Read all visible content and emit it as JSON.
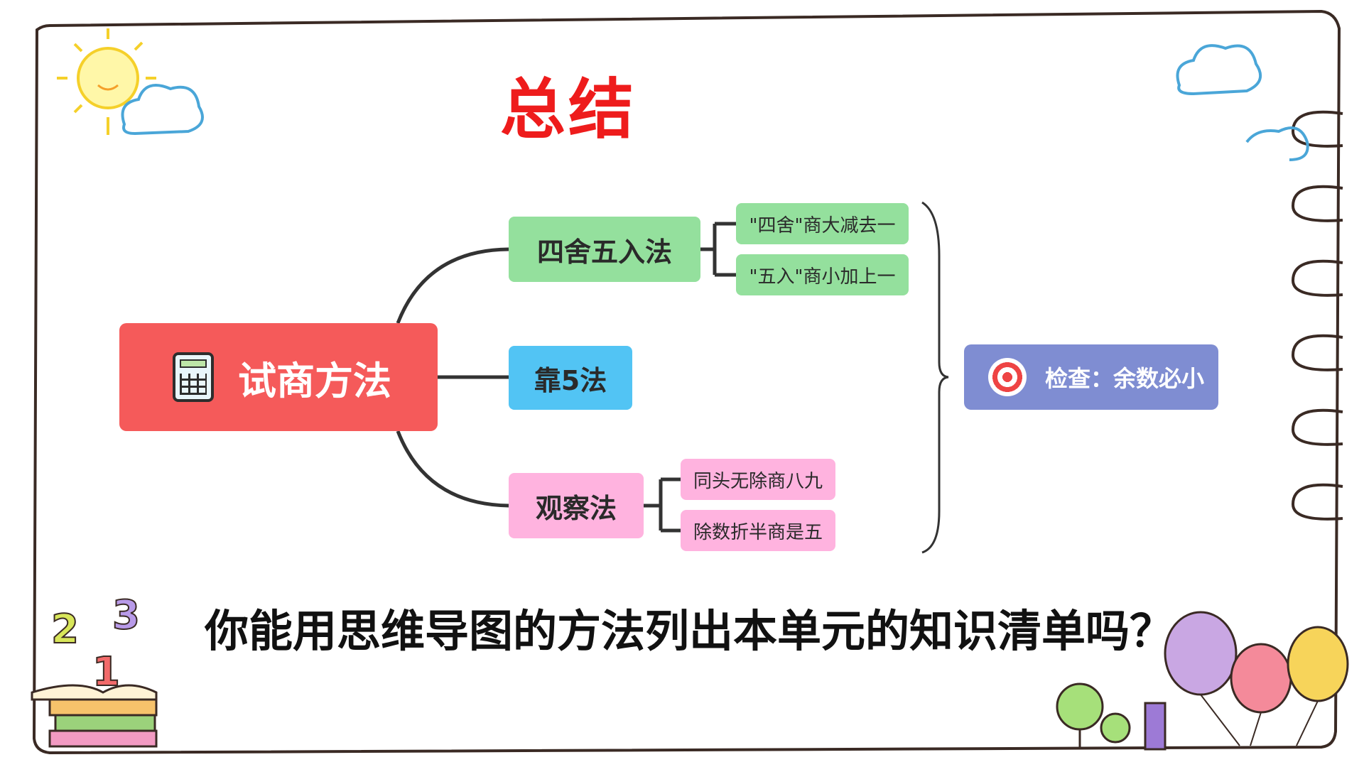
{
  "title": "总结",
  "mindmap": {
    "root": {
      "label": "试商方法",
      "icon": "calculator-icon"
    },
    "branches": [
      {
        "label": "四舍五入法",
        "color": "#94e09d",
        "leaves": [
          "\"四舍\"商大减去一",
          "\"五入\"商小加上一"
        ]
      },
      {
        "label": "靠5法",
        "color": "#52c4f4",
        "leaves": []
      },
      {
        "label": "观察法",
        "color": "#ffb3df",
        "leaves": [
          "同头无除商八九",
          "除数折半商是五"
        ]
      }
    ],
    "summary": {
      "label": "检查：余数必小",
      "icon": "target-icon",
      "color": "#7f8dd2"
    }
  },
  "question": "你能用思维导图的方法列出本单元的知识清单吗？",
  "colors": {
    "title": "#ee1c1c",
    "root": "#f55a5a"
  },
  "decorations": [
    "sun-icon",
    "cloud-icon",
    "notebook-ring-icon",
    "books-icon",
    "number-icon",
    "balloon-icon",
    "tree-icon"
  ]
}
